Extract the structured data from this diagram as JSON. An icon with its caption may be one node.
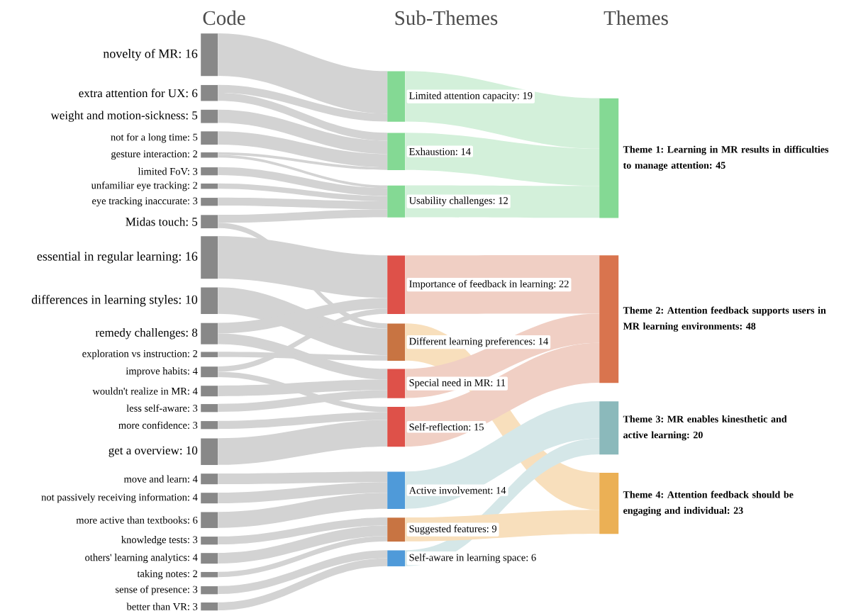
{
  "diagram": {
    "nodes": [
      {
        "text": [
          "novelty of MR: 16"
        ]
      },
      {
        "text": [
          "extra attention for UX: 6"
        ]
      },
      {
        "text": [
          "weight and motion-sickness: 5"
        ]
      },
      {
        "text": [
          "not for a long time: 5"
        ]
      },
      {
        "text": [
          "gesture interaction: 2"
        ]
      },
      {
        "text": [
          "limited FoV: 3"
        ]
      },
      {
        "text": [
          "unfamiliar eye tracking: 2"
        ]
      },
      {
        "text": [
          "eye tracking inaccurate: 3"
        ]
      },
      {
        "text": [
          "Midas touch: 5"
        ]
      },
      {
        "text": [
          "essential in regular learning: 16"
        ]
      },
      {
        "text": [
          "differences in learning styles: 10"
        ]
      },
      {
        "text": [
          "remedy challenges: 8"
        ]
      },
      {
        "text": [
          "exploration vs instruction: 2"
        ]
      },
      {
        "text": [
          "improve habits: 4"
        ]
      },
      {
        "text": [
          "wouldn't realize in MR: 4"
        ]
      },
      {
        "text": [
          "less self-aware: 3"
        ]
      },
      {
        "text": [
          "more confidence: 3"
        ]
      },
      {
        "text": [
          "get a overview: 10"
        ]
      },
      {
        "text": [
          "move and learn: 4"
        ]
      },
      {
        "text": [
          "not passively receiving information: 4"
        ]
      },
      {
        "text": [
          "more active than textbooks: 6"
        ]
      },
      {
        "text": [
          "knowledge tests: 3"
        ]
      },
      {
        "text": [
          "others' learning analytics: 4"
        ]
      },
      {
        "text": [
          "taking notes: 2"
        ]
      },
      {
        "text": [
          "sense of presence: 3"
        ]
      },
      {
        "text": [
          "better than VR: 3"
        ]
      },
      {
        "text": [
          "Limited attention capacity: 19"
        ]
      },
      {
        "text": [
          "Exhaustion: 14"
        ]
      },
      {
        "text": [
          "Usability challenges: 12"
        ]
      },
      {
        "text": [
          "Importance of feedback in learning: 22"
        ]
      },
      {
        "text": [
          "Different learning preferences: 14"
        ]
      },
      {
        "text": [
          "Special need in MR: 11"
        ]
      },
      {
        "text": [
          "Self-reflection: 15"
        ]
      },
      {
        "text": [
          "Active involvement: 14"
        ]
      },
      {
        "text": [
          "Suggested features: 9"
        ]
      },
      {
        "text": [
          "Self-aware in learning space: 6"
        ]
      },
      {
        "text": [
          "Theme 1: Learning in MR results in difficulties to manage attention: 45"
        ]
      },
      {
        "text": [
          "Theme 2: Attention feedback supports users in MR learning environments: 48"
        ]
      },
      {
        "text": [
          "Theme 3: MR enables kinesthetic and active learning: 20"
        ]
      },
      {
        "text": [
          "Theme 4: Attention feedback should be engaging and individual: 23"
        ]
      }
    ],
    "edges": [
      {
        "from": 0,
        "to": 26,
        "arrow": "none"
      },
      {
        "from": 1,
        "to": 26,
        "arrow": "none"
      },
      {
        "from": 1,
        "to": 27,
        "arrow": "none"
      },
      {
        "from": 2,
        "to": 27,
        "arrow": "none"
      },
      {
        "from": 3,
        "to": 27,
        "arrow": "none"
      },
      {
        "from": 4,
        "to": 27,
        "arrow": "none"
      },
      {
        "from": 4,
        "to": 28,
        "arrow": "none"
      },
      {
        "from": 5,
        "to": 28,
        "arrow": "none"
      },
      {
        "from": 6,
        "to": 28,
        "arrow": "none"
      },
      {
        "from": 7,
        "to": 28,
        "arrow": "none"
      },
      {
        "from": 8,
        "to": 28,
        "arrow": "none"
      },
      {
        "from": 8,
        "to": 30,
        "arrow": "none"
      },
      {
        "from": 9,
        "to": 29,
        "arrow": "none"
      },
      {
        "from": 10,
        "to": 30,
        "arrow": "none"
      },
      {
        "from": 11,
        "to": 29,
        "arrow": "none"
      },
      {
        "from": 11,
        "to": 31,
        "arrow": "none"
      },
      {
        "from": 12,
        "to": 30,
        "arrow": "none"
      },
      {
        "from": 13,
        "to": 29,
        "arrow": "none"
      },
      {
        "from": 13,
        "to": 32,
        "arrow": "none"
      },
      {
        "from": 14,
        "to": 31,
        "arrow": "none"
      },
      {
        "from": 15,
        "to": 31,
        "arrow": "none"
      },
      {
        "from": 16,
        "to": 32,
        "arrow": "none"
      },
      {
        "from": 17,
        "to": 32,
        "arrow": "none"
      },
      {
        "from": 18,
        "to": 33,
        "arrow": "none"
      },
      {
        "from": 19,
        "to": 33,
        "arrow": "none"
      },
      {
        "from": 20,
        "to": 33,
        "arrow": "none"
      },
      {
        "from": 21,
        "to": 34,
        "arrow": "none"
      },
      {
        "from": 22,
        "to": 34,
        "arrow": "none"
      },
      {
        "from": 23,
        "to": 34,
        "arrow": "none"
      },
      {
        "from": 24,
        "to": 35,
        "arrow": "none"
      },
      {
        "from": 25,
        "to": 35,
        "arrow": "none"
      },
      {
        "from": 26,
        "to": 36,
        "arrow": "none",
        "color": "#d3f0da"
      },
      {
        "from": 27,
        "to": 36,
        "arrow": "none",
        "color": "#d3f0da"
      },
      {
        "from": 28,
        "to": 36,
        "arrow": "none",
        "color": "#d3f0da"
      },
      {
        "from": 29,
        "to": 37,
        "arrow": "none",
        "color": "#f0cfc4"
      },
      {
        "from": 30,
        "to": 39,
        "arrow": "none",
        "color": "#f8dfbc"
      },
      {
        "from": 31,
        "to": 37,
        "arrow": "none",
        "color": "#f0cfc4"
      },
      {
        "from": 32,
        "to": 37,
        "arrow": "none",
        "color": "#f0cfc4"
      },
      {
        "from": 33,
        "to": 38,
        "arrow": "none",
        "color": "#d5e7e8"
      },
      {
        "from": 35,
        "to": 38,
        "arrow": "none",
        "color": "#d5e7e8"
      },
      {
        "from": 34,
        "to": 39,
        "arrow": "none",
        "color": "#f8dfbc"
      }
    ],
    "labels": [
      "Code",
      "Sub-Themes",
      "Themes"
    ]
  }
}
